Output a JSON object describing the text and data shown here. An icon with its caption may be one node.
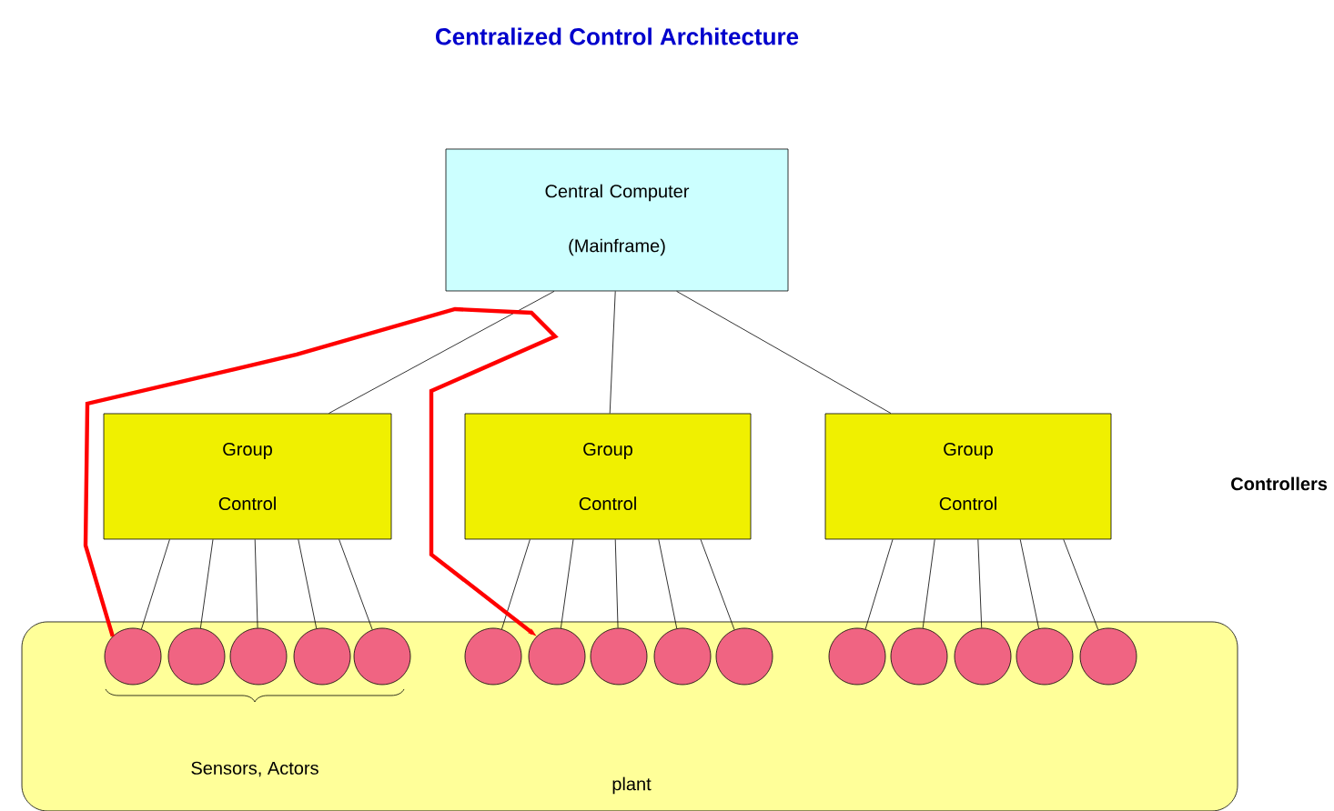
{
  "diagram": {
    "title": "Centralized Control Architecture",
    "nodes": [
      {
        "text": [
          "Central Computer (Mainframe)"
        ]
      },
      {
        "text": [
          "Group Control"
        ]
      },
      {
        "text": [
          "Group Control"
        ]
      },
      {
        "text": [
          "Group Control"
        ]
      },
      {
        "text": [
          "plant"
        ]
      },
      {
        "text": [],
        "shape": "circle",
        "in": 4
      },
      {
        "text": [],
        "shape": "circle",
        "in": 4
      },
      {
        "text": [],
        "shape": "circle",
        "in": 4
      },
      {
        "text": [],
        "shape": "circle",
        "in": 4
      },
      {
        "text": [],
        "shape": "circle",
        "in": 4
      },
      {
        "text": [],
        "shape": "circle",
        "in": 4
      },
      {
        "text": [],
        "shape": "circle",
        "in": 4
      },
      {
        "text": [],
        "shape": "circle",
        "in": 4
      },
      {
        "text": [],
        "shape": "circle",
        "in": 4
      },
      {
        "text": [],
        "shape": "circle",
        "in": 4
      },
      {
        "text": [],
        "shape": "circle",
        "in": 4
      },
      {
        "text": [],
        "shape": "circle",
        "in": 4
      },
      {
        "text": [],
        "shape": "circle",
        "in": 4
      },
      {
        "text": [],
        "shape": "circle",
        "in": 4
      },
      {
        "text": [],
        "shape": "circle",
        "in": 4
      }
    ],
    "edges": [
      {
        "from": 0,
        "to": 1,
        "arrow": "none"
      },
      {
        "from": 0,
        "to": 2,
        "arrow": "none"
      },
      {
        "from": 0,
        "to": 3,
        "arrow": "none"
      },
      {
        "from": 1,
        "to": 5,
        "arrow": "none"
      },
      {
        "from": 1,
        "to": 6,
        "arrow": "none"
      },
      {
        "from": 1,
        "to": 7,
        "arrow": "none"
      },
      {
        "from": 1,
        "to": 8,
        "arrow": "none"
      },
      {
        "from": 1,
        "to": 9,
        "arrow": "none"
      },
      {
        "from": 2,
        "to": 10,
        "arrow": "none"
      },
      {
        "from": 2,
        "to": 11,
        "arrow": "none"
      },
      {
        "from": 2,
        "to": 12,
        "arrow": "none"
      },
      {
        "from": 2,
        "to": 13,
        "arrow": "none"
      },
      {
        "from": 2,
        "to": 14,
        "arrow": "none"
      },
      {
        "from": 3,
        "to": 15,
        "arrow": "none"
      },
      {
        "from": 3,
        "to": 16,
        "arrow": "none"
      },
      {
        "from": 3,
        "to": 17,
        "arrow": "none"
      },
      {
        "from": 3,
        "to": 18,
        "arrow": "none"
      },
      {
        "from": 3,
        "to": 19,
        "arrow": "none"
      },
      {
        "from": 5,
        "to": 11,
        "arrow": "to",
        "style": "thick",
        "color": "#ff0000"
      }
    ],
    "labels": [
      "Controllers",
      "Sensors, Actors"
    ]
  }
}
